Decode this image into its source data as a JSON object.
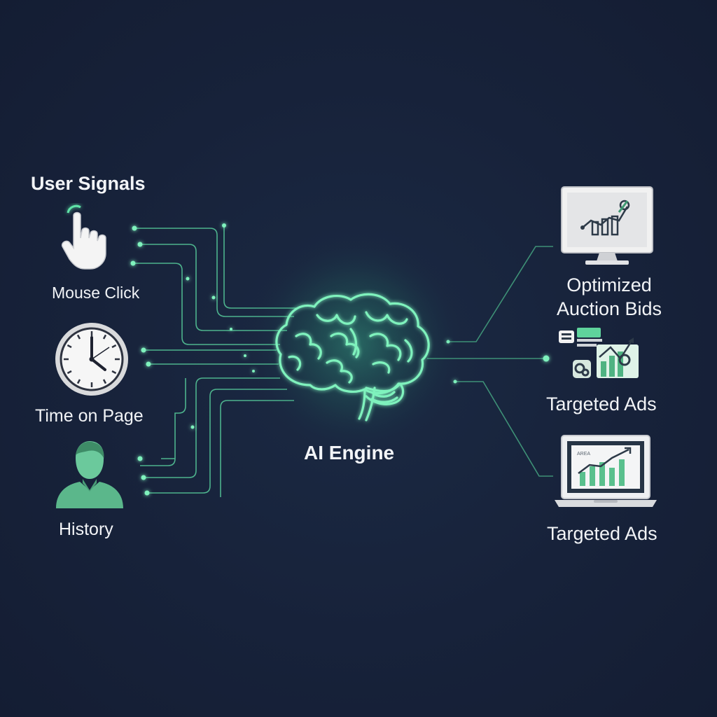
{
  "inputs": {
    "heading": "User Signals",
    "items": [
      {
        "label": "Mouse Click",
        "icon": "hand-pointer-click-icon"
      },
      {
        "label": "Time on Page",
        "icon": "clock-icon"
      },
      {
        "label": "History",
        "icon": "user-silhouette-icon"
      }
    ]
  },
  "engine": {
    "label": "AI Engine",
    "icon": "brain-icon"
  },
  "outputs": {
    "items": [
      {
        "label_line1": "Optimized",
        "label_line2": "Auction Bids",
        "icon": "monitor-chart-icon"
      },
      {
        "label": "Targeted Ads",
        "icon": "ad-collage-icon"
      },
      {
        "label": "Targeted Ads",
        "icon": "laptop-chart-icon"
      }
    ]
  },
  "colors": {
    "background": "#17223a",
    "accent_green": "#5fe3a8",
    "text": "#f2f4f7"
  }
}
